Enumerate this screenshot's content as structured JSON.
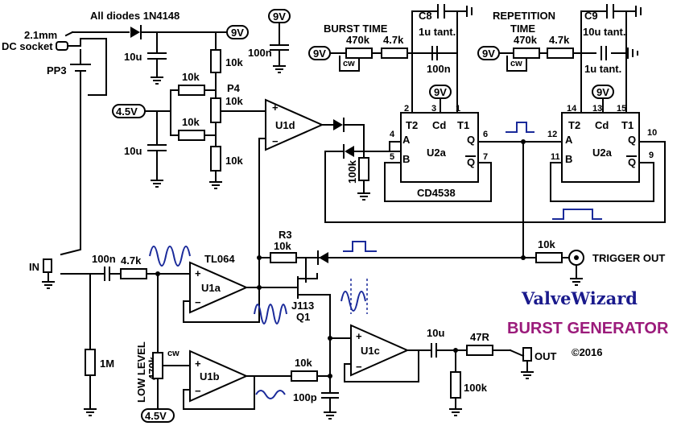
{
  "labels": {
    "diodes_note": "All diodes 1N4148",
    "dc_socket_1": "2.1mm",
    "dc_socket_2": "DC socket",
    "battery": "PP3",
    "supply_9v": "9V",
    "bias_4v5": "4.5V",
    "cap_10u": "10u",
    "cap_100n": "100n",
    "r_10k": "10k",
    "p4": "P4",
    "u1d": "U1d",
    "burst_time": "BURST TIME",
    "repetition_time_1": "REPETITION",
    "repetition_time_2": "TIME",
    "pot_470k": "470k",
    "r_4k7": "4.7k",
    "c8_1": "C8",
    "c8_2": "1u tant.",
    "c9_1": "C9",
    "c9_2": "10u tant.",
    "tant_1u": "1u tant.",
    "cw": "cw",
    "ic_name": "U2a",
    "ic_part": "CD4538",
    "pin_t2": "T2",
    "pin_cd": "Cd",
    "pin_t1": "T1",
    "pin_a": "A",
    "pin_b": "B",
    "pin_q": "Q",
    "pin_qbar": "Q",
    "r_100k": "100k",
    "r3": "R3",
    "trigger_out": "TRIGGER OUT",
    "in": "IN",
    "tl064": "TL064",
    "u1a": "U1a",
    "u1b": "U1b",
    "u1c": "U1c",
    "j113": "J113",
    "q1": "Q1",
    "r_1m": "1M",
    "low_level": "LOW LEVEL",
    "cap_100p": "100p",
    "r_47r": "47R",
    "out": "OUT",
    "brand_1": "ValveWizard",
    "brand_2": "BURST GENERATOR",
    "copyright": "©2016"
  },
  "pins": {
    "p2": "2",
    "p3": "3",
    "p1": "1",
    "p4": "4",
    "p5": "5",
    "p6": "6",
    "p7": "7",
    "p14": "14",
    "p13": "13",
    "p15": "15",
    "p12": "12",
    "p11": "11",
    "p10": "10",
    "p9": "9"
  },
  "colors": {
    "waveform": "#1a2a9a",
    "brand_title": "#1a1a8c",
    "brand_sub": "#9b1b7b"
  }
}
